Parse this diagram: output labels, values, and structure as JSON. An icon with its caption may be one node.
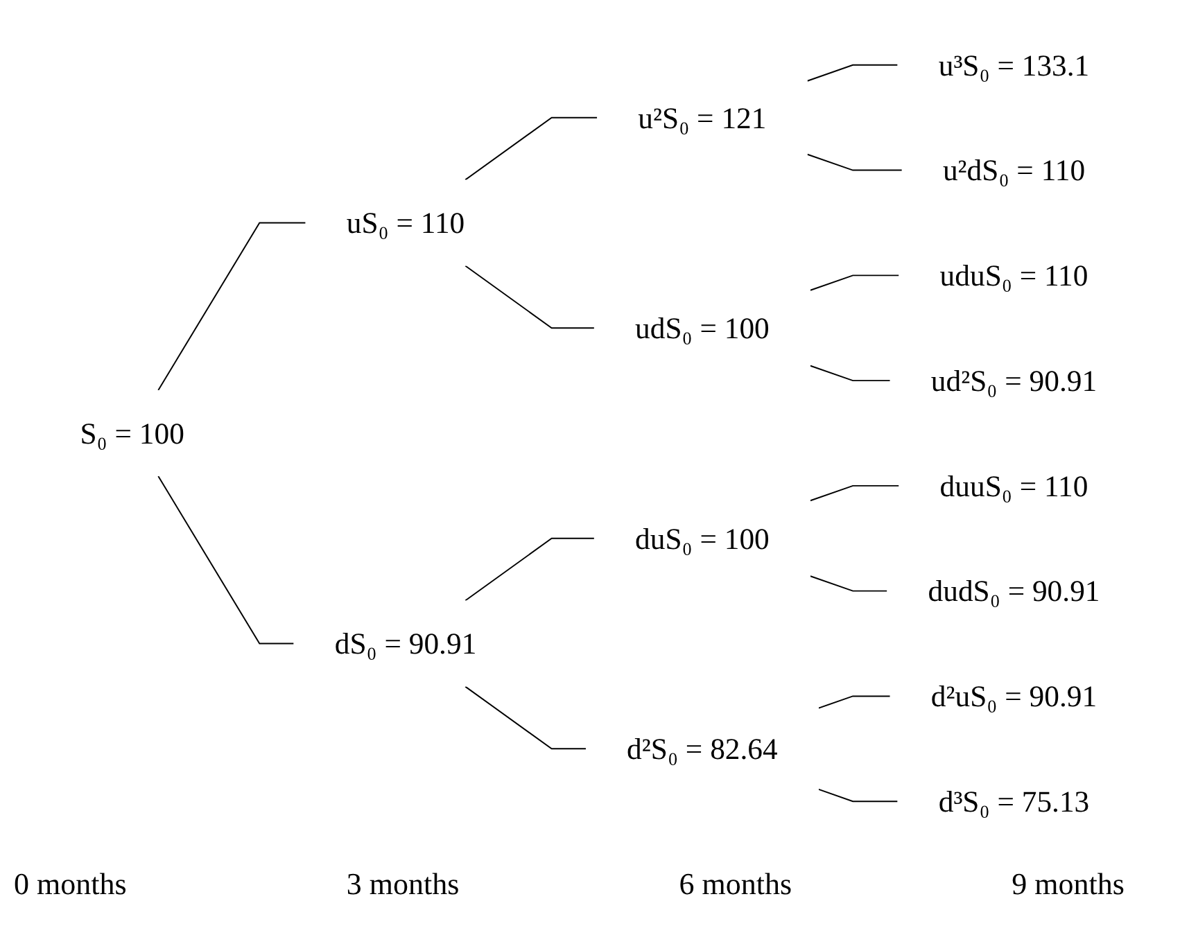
{
  "diagram": {
    "nodes": [
      {
        "text": [
          "S₀ = 100"
        ]
      },
      {
        "text": [
          "uS₀ = 110"
        ]
      },
      {
        "text": [
          "dS₀ = 90.91"
        ]
      },
      {
        "text": [
          "u²S₀ = 121"
        ]
      },
      {
        "text": [
          "udS₀ = 100"
        ]
      },
      {
        "text": [
          "duS₀ = 100"
        ]
      },
      {
        "text": [
          "d²S₀ = 82.64"
        ]
      },
      {
        "text": [
          "u³S₀ = 133.1"
        ]
      },
      {
        "text": [
          "u²dS₀ = 110"
        ]
      },
      {
        "text": [
          "uduS₀ = 110"
        ]
      },
      {
        "text": [
          "ud²S₀ = 90.91"
        ]
      },
      {
        "text": [
          "duuS₀ = 110"
        ]
      },
      {
        "text": [
          "dudS₀ = 90.91"
        ]
      },
      {
        "text": [
          "d²uS₀ = 90.91"
        ]
      },
      {
        "text": [
          "d³S₀ = 75.13"
        ]
      }
    ],
    "edges": [
      {
        "from": 0,
        "to": 1,
        "arrow": "none"
      },
      {
        "from": 0,
        "to": 2,
        "arrow": "none"
      },
      {
        "from": 1,
        "to": 3,
        "arrow": "none"
      },
      {
        "from": 1,
        "to": 4,
        "arrow": "none"
      },
      {
        "from": 2,
        "to": 5,
        "arrow": "none"
      },
      {
        "from": 2,
        "to": 6,
        "arrow": "none"
      },
      {
        "from": 3,
        "to": 7,
        "arrow": "none"
      },
      {
        "from": 3,
        "to": 8,
        "arrow": "none"
      },
      {
        "from": 4,
        "to": 9,
        "arrow": "none"
      },
      {
        "from": 4,
        "to": 10,
        "arrow": "none"
      },
      {
        "from": 5,
        "to": 11,
        "arrow": "none"
      },
      {
        "from": 5,
        "to": 12,
        "arrow": "none"
      },
      {
        "from": 6,
        "to": 13,
        "arrow": "none"
      },
      {
        "from": 6,
        "to": 14,
        "arrow": "none"
      }
    ],
    "labels": [
      "0 months",
      "3 months",
      "6 months",
      "9 months"
    ]
  }
}
